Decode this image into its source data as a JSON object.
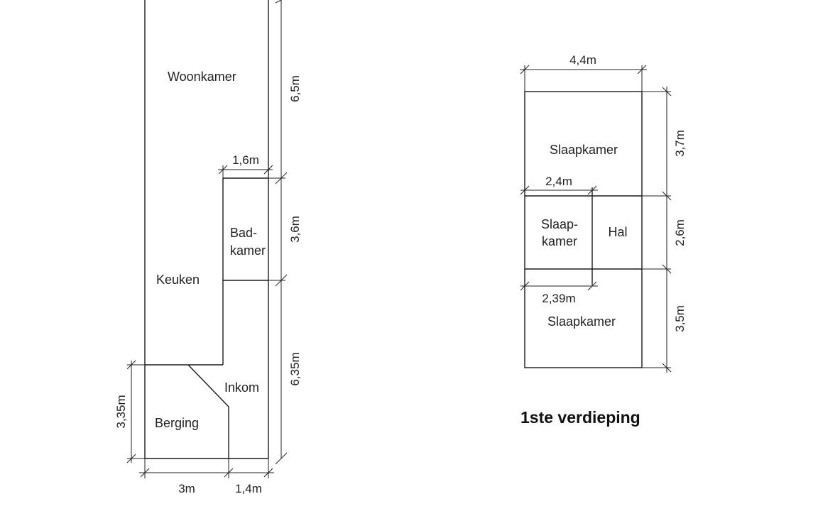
{
  "ground_floor": {
    "rooms": {
      "woonkamer": "Woonkamer",
      "keuken": "Keuken",
      "badkamer_line1": "Bad-",
      "badkamer_line2": "kamer",
      "inkom": "Inkom",
      "berging": "Berging"
    },
    "dimensions": {
      "woonkamer_height": "6,5m",
      "bathroom_width": "1,6m",
      "bathroom_height": "3,6m",
      "entry_height": "6,35m",
      "storage_height": "3,35m",
      "storage_width": "3m",
      "entry_width": "1,4m"
    }
  },
  "first_floor": {
    "caption": "1ste verdieping",
    "rooms": {
      "slaapkamer_top": "Slaapkamer",
      "slaapkamer_mid_line1": "Slaap-",
      "slaapkamer_mid_line2": "kamer",
      "hal": "Hal",
      "slaapkamer_bottom": "Slaapkamer"
    },
    "dimensions": {
      "total_width": "4,4m",
      "top_height": "3,7m",
      "mid_width": "2,4m",
      "mid_height": "2,6m",
      "bottom_width": "2,39m",
      "bottom_height": "3,5m"
    }
  }
}
